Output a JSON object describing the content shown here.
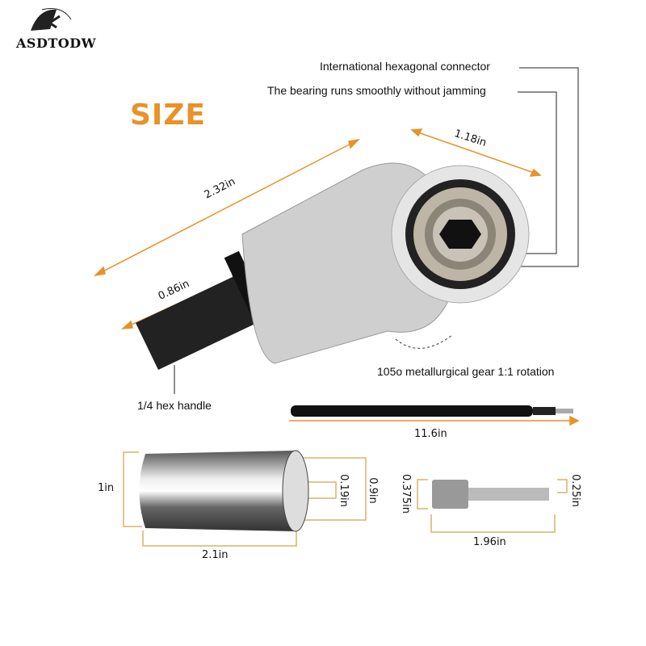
{
  "brand": {
    "name": "ASDTODW",
    "logo_icon": "wrench-screwdriver-globe-icon"
  },
  "title": "SIZE",
  "colors": {
    "accent": "#e8922a",
    "dim_line": "#d9b36a",
    "text": "#111111"
  },
  "callouts": {
    "hex_connector": "International hexagonal connector",
    "bearing": "The bearing runs smoothly without jamming",
    "gear": "105o metallurgical gear 1:1 rotation",
    "hex_handle": "1/4 hex handle"
  },
  "dimensions": {
    "angle_adapter_length": "2.32in",
    "angle_head_width": "1.18in",
    "hex_shank_length": "0.86in",
    "flex_shaft_length": "11.6in",
    "socket_diameter": "1in",
    "socket_length": "2.1in",
    "socket_inner_min": "0.19in",
    "socket_inner_max": "0.9in",
    "adapter_square": "0.375in",
    "adapter_hex": "0.25in",
    "adapter_length": "1.96in"
  }
}
